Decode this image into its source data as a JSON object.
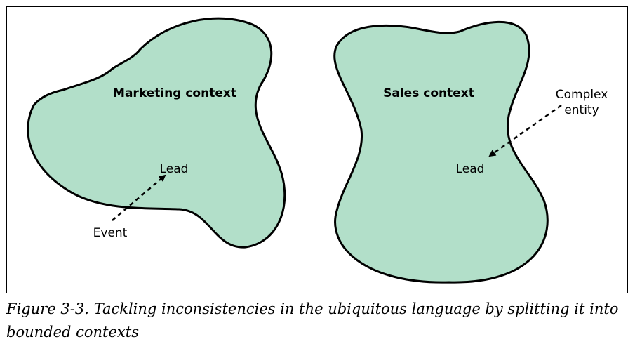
{
  "colors": {
    "blob_fill": "#b2dfc9",
    "stroke": "#000000",
    "frame": "#000000"
  },
  "diagram": {
    "marketing": {
      "title": "Marketing context",
      "lead_label": "Lead",
      "event_label": "Event"
    },
    "sales": {
      "title": "Sales context",
      "lead_label": "Lead",
      "complex_label_line1": "Complex",
      "complex_label_line2": "entity"
    }
  },
  "caption": "Figure 3-3. Tackling inconsistencies in the ubiquitous language by splitting it into bounded contexts"
}
